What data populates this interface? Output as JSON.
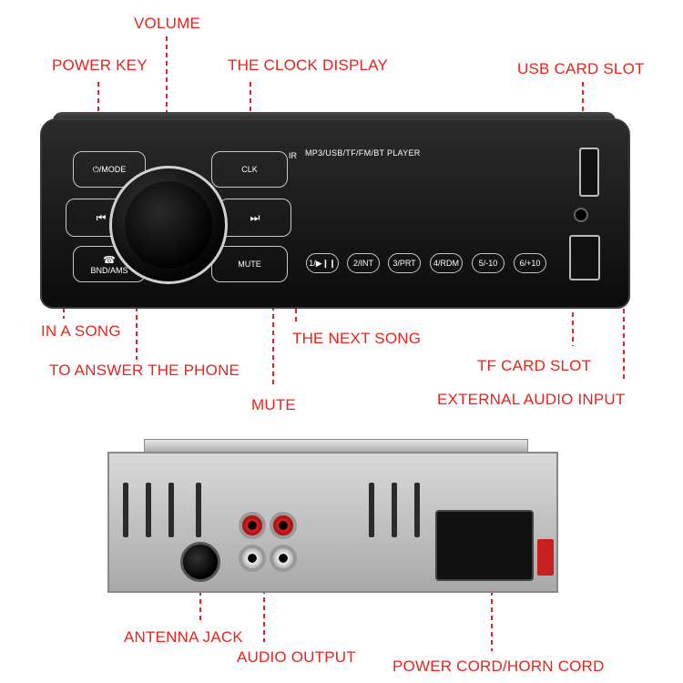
{
  "labels": {
    "volume": "VOLUME",
    "power_key": "POWER KEY",
    "clock_display": "THE CLOCK DISPLAY",
    "usb_card_slot": "USB CARD SLOT",
    "in_a_song": "IN A SONG",
    "answer_phone": "TO ANSWER THE PHONE",
    "mute": "MUTE",
    "next_song": "THE NEXT SONG",
    "tf_card_slot": "TF CARD SLOT",
    "external_audio_input": "EXTERNAL AUDIO INPUT",
    "antenna_jack": "ANTENNA JACK",
    "audio_output": "AUDIO OUTPUT",
    "power_horn_cord": "POWER CORD/HORN CORD"
  },
  "panel": {
    "model_text": "MP3/USB/TF/FM/BT PLAYER",
    "ir": "IR",
    "mode_btn": "⏻/MODE",
    "clk_btn": "CLK",
    "prev_btn": "⏮",
    "next_btn": "⏭",
    "bnd_btn": "BND/AMS",
    "mute_btn": "MUTE",
    "number_buttons": [
      "1/▶❙❙",
      "2/INT",
      "3/PRT",
      "4/RDM",
      "5/-10",
      "6/+10"
    ]
  },
  "colors": {
    "label_red": "#e8231b",
    "panel_black": "#0b0b0b",
    "chassis_gray": "#bdbdbd"
  }
}
